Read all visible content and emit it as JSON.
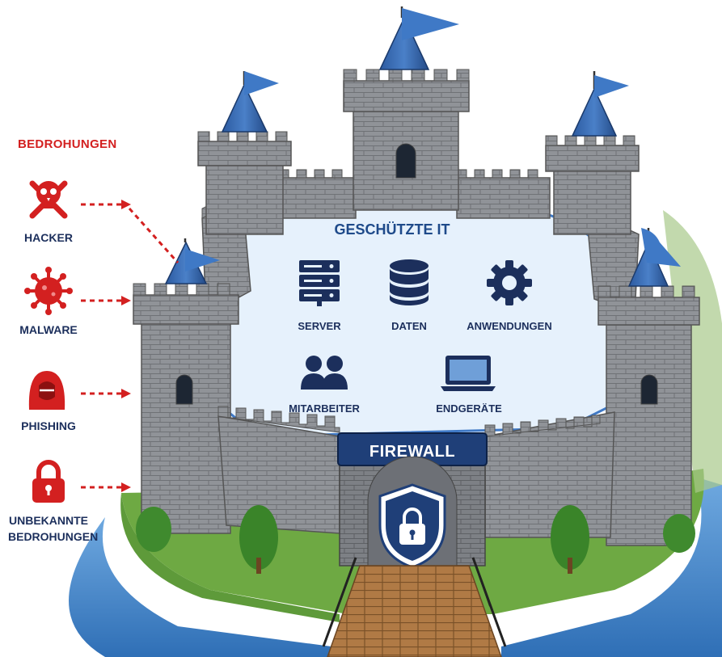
{
  "threats": {
    "title": "BEDROHUNGEN",
    "items": [
      {
        "label": "HACKER",
        "icon": "skull-crossbones-icon"
      },
      {
        "label": "MALWARE",
        "icon": "virus-icon"
      },
      {
        "label": "PHISHING",
        "icon": "hooded-hacker-icon"
      },
      {
        "label": "UNBEKANNTE",
        "label2": "BEDROHUNGEN",
        "icon": "padlock-icon"
      }
    ]
  },
  "protected_it": {
    "title": "GESCHÜTZTE IT",
    "items": [
      {
        "label": "SERVER",
        "icon": "server-icon"
      },
      {
        "label": "DATEN",
        "icon": "database-icon"
      },
      {
        "label": "ANWENDUNGEN",
        "icon": "gear-icon"
      },
      {
        "label": "MITARBEITER",
        "icon": "users-icon"
      },
      {
        "label": "ENDGERÄTE",
        "icon": "laptop-icon"
      }
    ]
  },
  "gate": {
    "banner": "FIREWALL",
    "icon": "shield-lock-icon"
  },
  "colors": {
    "threat_red": "#d32020",
    "navy": "#1c2f5c",
    "banner_blue": "#1f3f78",
    "flag_blue": "#3f79c6",
    "stone": "#8e9196",
    "courtyard": "#e6f1fc",
    "moat": "#3f86cf",
    "grass": "#5e9a3a"
  }
}
